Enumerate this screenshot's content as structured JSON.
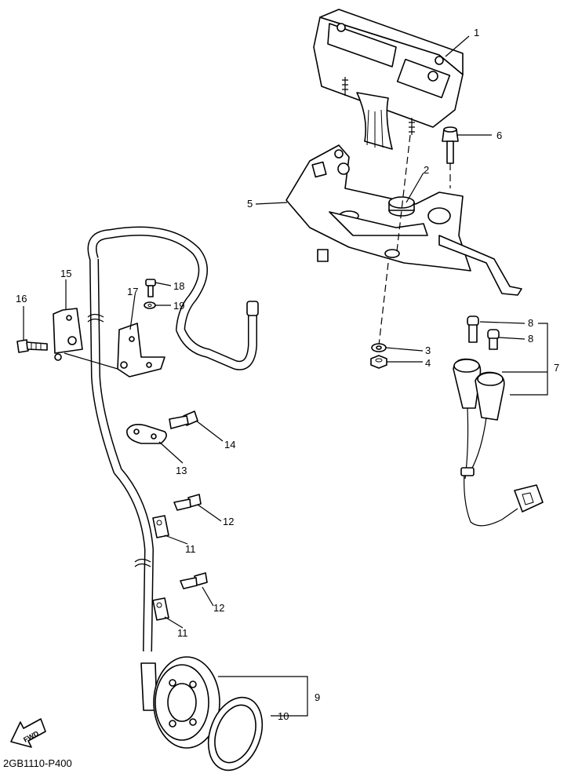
{
  "diagram_code": "2GB1110-P400",
  "fwd_label": "FWD",
  "callouts": {
    "c1": "1",
    "c2": "2",
    "c3": "3",
    "c4": "4",
    "c5": "5",
    "c6": "6",
    "c7": "7",
    "c8a": "8",
    "c8b": "8",
    "c9": "9",
    "c10": "10",
    "c11a": "11",
    "c11b": "11",
    "c12a": "12",
    "c12b": "12",
    "c13": "13",
    "c14": "14",
    "c15": "15",
    "c16": "16",
    "c17": "17",
    "c18": "18",
    "c19": "19"
  },
  "colors": {
    "line": "#000000",
    "background": "#ffffff"
  },
  "icons": {
    "forward_arrow": "fwd-arrow-icon"
  }
}
